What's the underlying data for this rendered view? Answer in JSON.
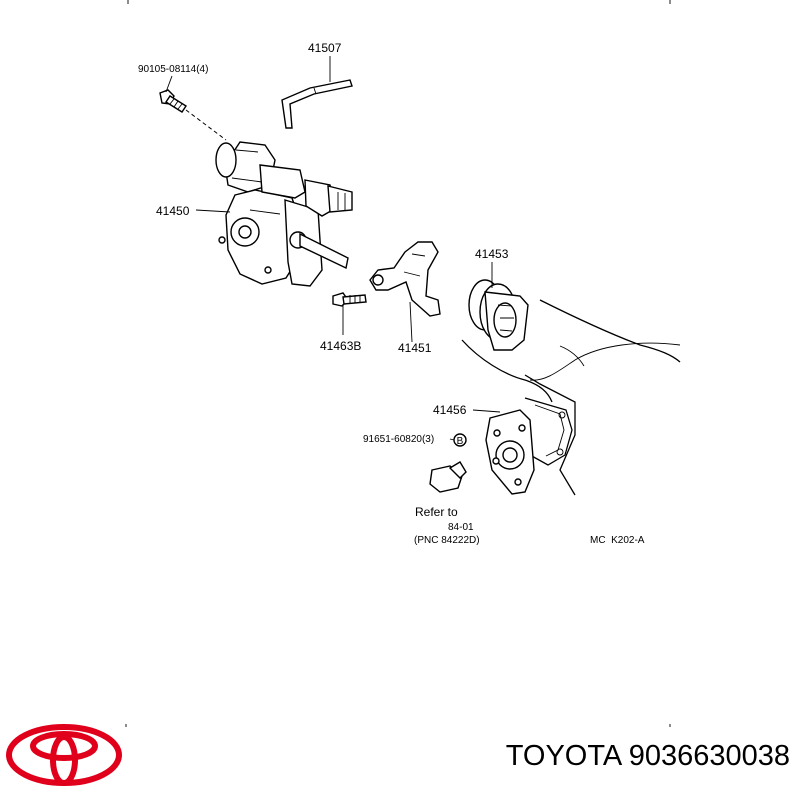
{
  "callouts": {
    "bolt": "90105-08114(4)",
    "wire": "41507",
    "actuator": "41450",
    "fork_shaft": "41453",
    "bolt_b": "41463B",
    "fork": "41451",
    "cover": "41456",
    "washer": "91651-60820(3)",
    "washer_mark": "B"
  },
  "refer": {
    "line1": "Refer to",
    "line2": "84-01",
    "line3": "(PNC 84222D)"
  },
  "diagram_code": "MC  K202-A",
  "brand": {
    "text": "TOYOTA 9036630038",
    "logo_color": "#e0001b"
  }
}
